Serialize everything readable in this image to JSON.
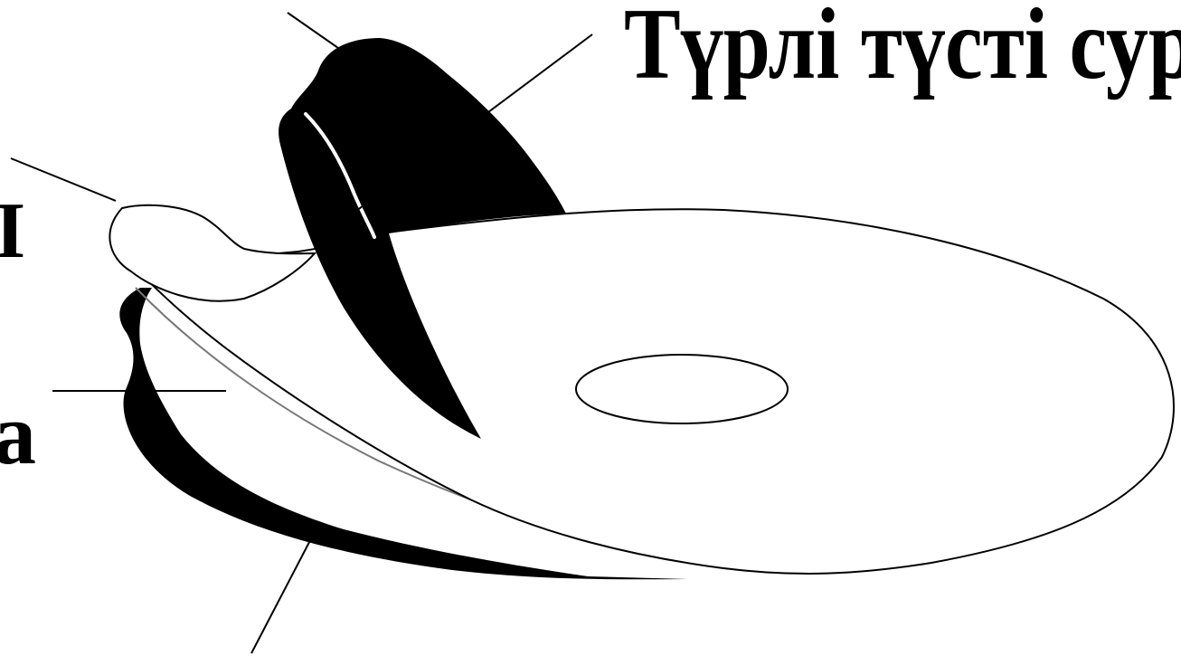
{
  "labels": {
    "top_right_fragment": "Түрлі түсті сурет",
    "left_upper_fragment": "I",
    "left_lower_fragment": "a"
  },
  "colors": {
    "background": "#ffffff",
    "ink": "#000000"
  }
}
